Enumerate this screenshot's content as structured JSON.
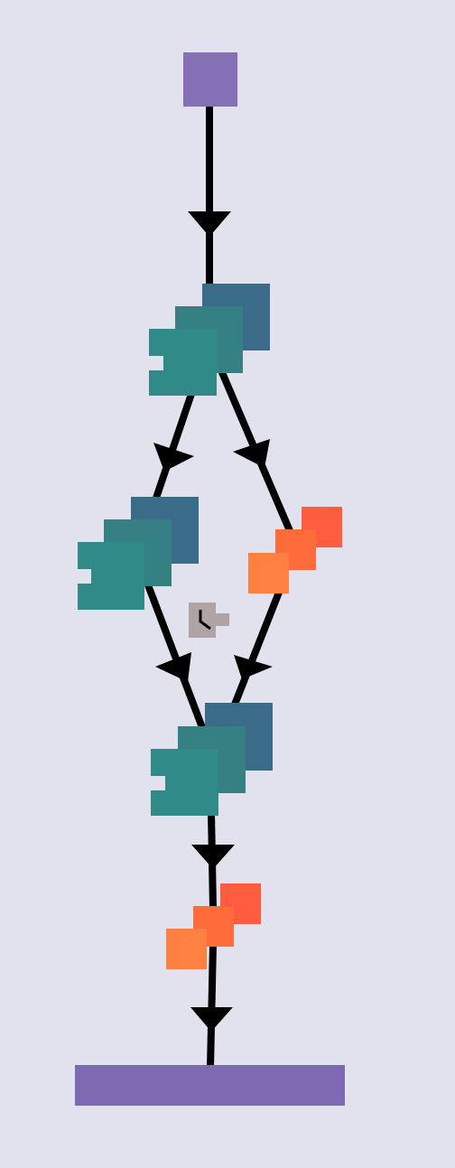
{
  "colors": {
    "background": "#e1e2ed",
    "start_node": "#8471b5",
    "end_bar": "#7e6ab2",
    "edge": "#000000",
    "task_front": "#2f8a88",
    "task_middle": "#348083",
    "task_back": "#3a6c8a",
    "data_front": "#ff8040",
    "data_middle": "#ff6c3c",
    "data_back": "#ff5c40",
    "timer_bg": "#b0a3a3",
    "timer_hand": "#000000"
  },
  "nodes": {
    "start": {
      "kind": "start-event",
      "icon": "square"
    },
    "task_top": {
      "kind": "task-stack",
      "icon": "stacked-squares"
    },
    "task_left": {
      "kind": "task-stack",
      "icon": "stacked-squares"
    },
    "data_right": {
      "kind": "data-stack",
      "icon": "stacked-squares"
    },
    "timer": {
      "kind": "timer-event",
      "icon": "clock-icon"
    },
    "task_bottom": {
      "kind": "task-stack",
      "icon": "stacked-squares"
    },
    "data_bottom": {
      "kind": "data-stack",
      "icon": "stacked-squares"
    },
    "end": {
      "kind": "end-bar",
      "icon": "bar"
    }
  },
  "edges": [
    {
      "from": "start",
      "to": "task_top"
    },
    {
      "from": "task_top",
      "to": "task_left"
    },
    {
      "from": "task_top",
      "to": "data_right"
    },
    {
      "from": "task_left",
      "to": "task_bottom"
    },
    {
      "from": "data_right",
      "to": "task_bottom"
    },
    {
      "from": "task_bottom",
      "to": "data_bottom"
    },
    {
      "from": "data_bottom",
      "to": "end"
    }
  ]
}
